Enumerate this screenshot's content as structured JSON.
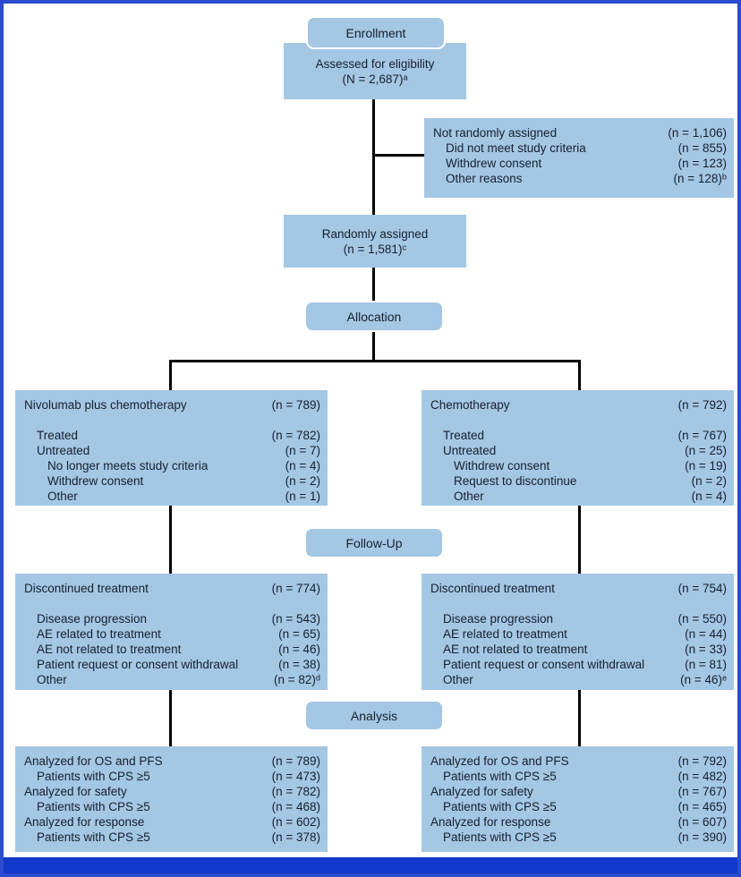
{
  "diagram_type": "CONSORT flow diagram",
  "colors": {
    "box_fill": "#a4c7e4",
    "frame_border": "#2b4bd0",
    "bottom_bar": "#1138ca",
    "text": "#16202e",
    "connector_line": "#000000"
  },
  "stage_labels": {
    "enrollment": "Enrollment",
    "allocation": "Allocation",
    "follow_up": "Follow-Up",
    "analysis": "Analysis"
  },
  "boxes": {
    "assessed": {
      "line1": "Assessed for eligibility",
      "line2": "(N = 2,687)ᵃ"
    },
    "not_randomized": {
      "rows": [
        {
          "label": "Not randomly assigned",
          "value": "(n = 1,106)"
        },
        {
          "label": "Did not meet study criteria",
          "value": "(n = 855)"
        },
        {
          "label": "Withdrew consent",
          "value": "(n = 123)"
        },
        {
          "label": "Other reasons",
          "value": "(n = 128)ᵇ"
        }
      ]
    },
    "randomized": {
      "line1": "Randomly assigned",
      "line2": "(n = 1,581)ᶜ"
    },
    "left_arm": {
      "rows": [
        {
          "label": "Nivolumab plus chemotherapy",
          "value": "(n = 789)"
        },
        {
          "label": "Treated",
          "value": "(n = 782)"
        },
        {
          "label": "Untreated",
          "value": "(n = 7)"
        },
        {
          "label": "No longer meets study criteria",
          "value": "(n = 4)"
        },
        {
          "label": "Withdrew consent",
          "value": "(n = 2)"
        },
        {
          "label": "Other",
          "value": "(n = 1)"
        }
      ]
    },
    "right_arm": {
      "rows": [
        {
          "label": "Chemotherapy",
          "value": "(n = 792)"
        },
        {
          "label": "Treated",
          "value": "(n = 767)"
        },
        {
          "label": "Untreated",
          "value": "(n = 25)"
        },
        {
          "label": "Withdrew consent",
          "value": "(n = 19)"
        },
        {
          "label": "Request to discontinue",
          "value": "(n = 2)"
        },
        {
          "label": "Other",
          "value": "(n = 4)"
        }
      ]
    },
    "left_followup": {
      "rows": [
        {
          "label": "Discontinued treatment",
          "value": "(n = 774)"
        },
        {
          "label": "Disease progression",
          "value": "(n = 543)"
        },
        {
          "label": "AE related to treatment",
          "value": "(n = 65)"
        },
        {
          "label": "AE not related to treatment",
          "value": "(n = 46)"
        },
        {
          "label": "Patient request or consent withdrawal",
          "value": "(n = 38)"
        },
        {
          "label": "Other",
          "value": "(n = 82)ᵈ"
        }
      ]
    },
    "right_followup": {
      "rows": [
        {
          "label": "Discontinued treatment",
          "value": "(n = 754)"
        },
        {
          "label": "Disease progression",
          "value": "(n = 550)"
        },
        {
          "label": "AE related to treatment",
          "value": "(n = 44)"
        },
        {
          "label": "AE not related to treatment",
          "value": "(n = 33)"
        },
        {
          "label": "Patient request or consent withdrawal",
          "value": "(n = 81)"
        },
        {
          "label": "Other",
          "value": "(n = 46)ᵉ"
        }
      ]
    },
    "left_analysis": {
      "rows": [
        {
          "label": "Analyzed for OS and PFS",
          "value": "(n = 789)"
        },
        {
          "label": "Patients with CPS ≥5",
          "value": "(n = 473)"
        },
        {
          "label": "Analyzed for safety",
          "value": "(n = 782)"
        },
        {
          "label": "Patients with CPS ≥5",
          "value": "(n = 468)"
        },
        {
          "label": "Analyzed for response",
          "value": "(n = 602)"
        },
        {
          "label": "Patients with CPS ≥5",
          "value": "(n = 378)"
        }
      ]
    },
    "right_analysis": {
      "rows": [
        {
          "label": "Analyzed for OS and PFS",
          "value": "(n = 792)"
        },
        {
          "label": "Patients with CPS ≥5",
          "value": "(n = 482)"
        },
        {
          "label": "Analyzed for safety",
          "value": "(n = 767)"
        },
        {
          "label": "Patients with CPS ≥5",
          "value": "(n = 465)"
        },
        {
          "label": "Analyzed for response",
          "value": "(n = 607)"
        },
        {
          "label": "Patients with CPS ≥5",
          "value": "(n = 390)"
        }
      ]
    }
  }
}
